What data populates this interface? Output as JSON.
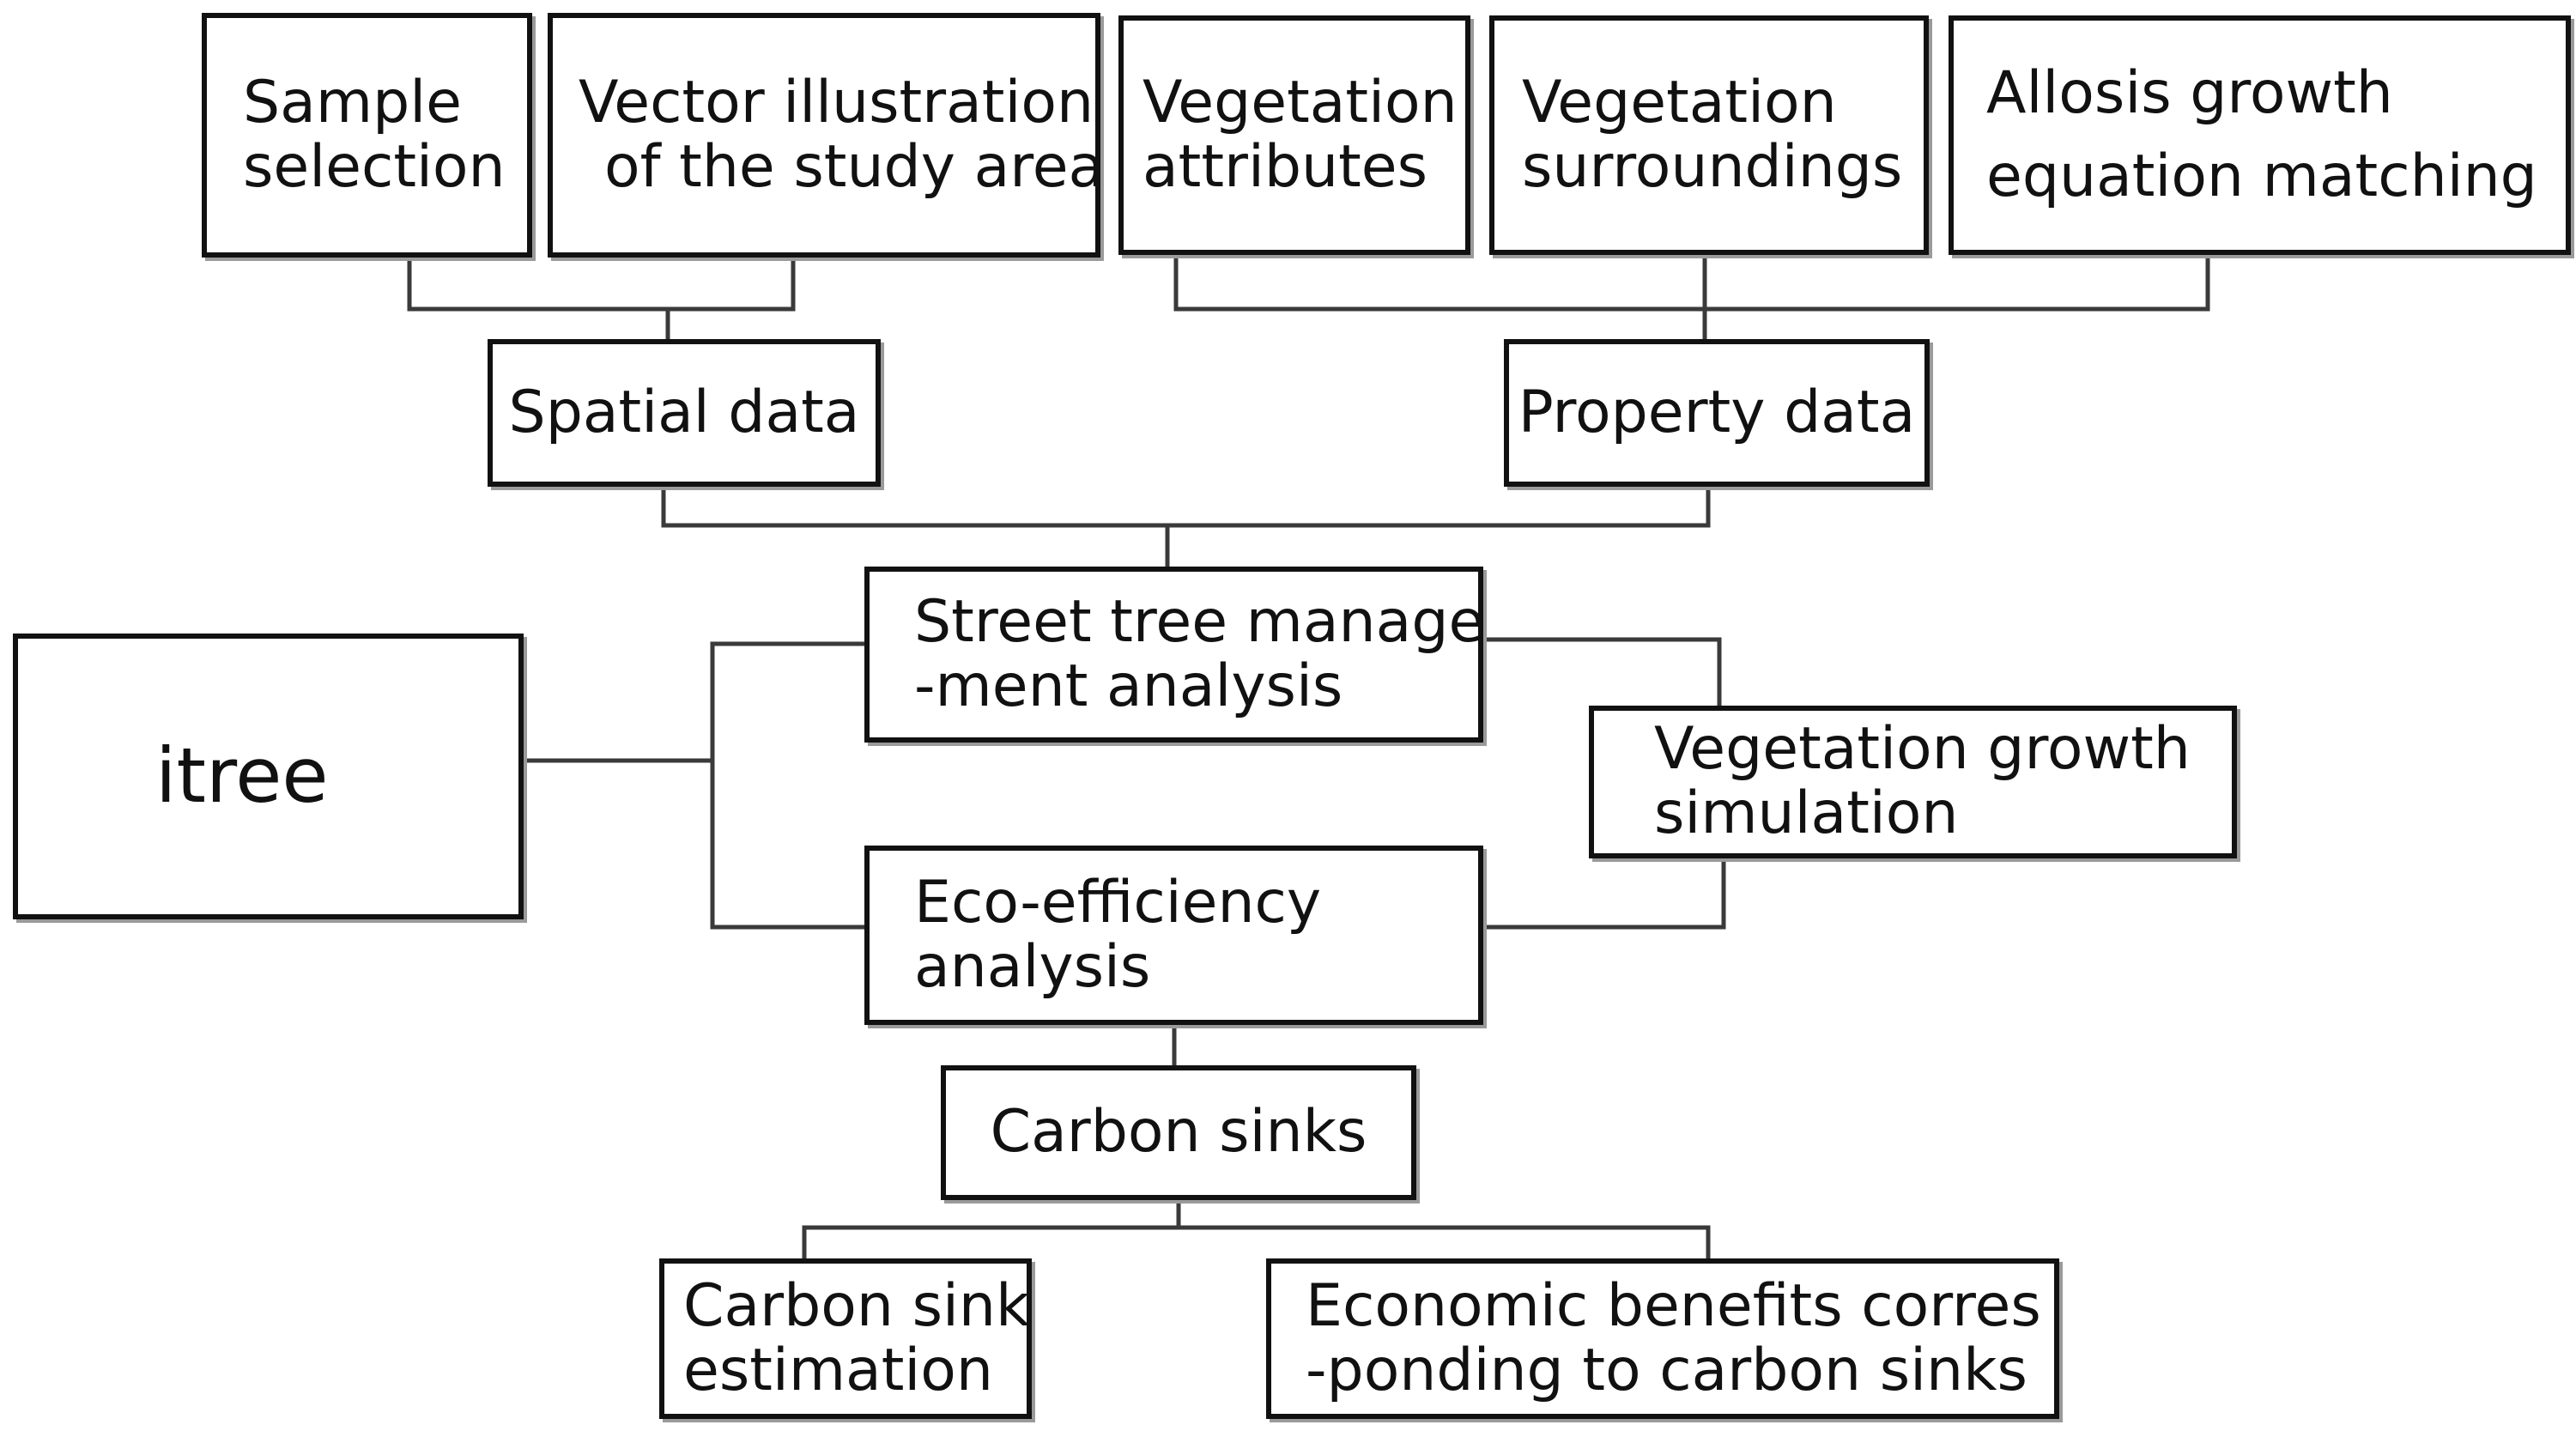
{
  "diagram": {
    "sources": {
      "sample_selection": [
        "Sample",
        "selection"
      ],
      "vector_illustration": [
        "Vector illustration",
        "of the study area"
      ],
      "vegetation_attributes": [
        "Vegetation",
        "attributes"
      ],
      "vegetation_surroundings": [
        "Vegetation",
        "surroundings"
      ],
      "allosis_growth": [
        "Allosis growth",
        "equation matching"
      ]
    },
    "spatial_data": "Spatial data",
    "property_data": "Property data",
    "itree": "itree",
    "street_tree_management": [
      "Street tree manage",
      "-ment analysis"
    ],
    "vegetation_growth_simulation": [
      "Vegetation growth",
      "simulation"
    ],
    "eco_efficiency": [
      "Eco-efficiency",
      "analysis"
    ],
    "carbon_sinks": "Carbon sinks",
    "carbon_sink_estimation": [
      "Carbon sink",
      "estimation"
    ],
    "economic_benefits": [
      "Economic benefits corres",
      "-ponding to carbon sinks"
    ]
  }
}
